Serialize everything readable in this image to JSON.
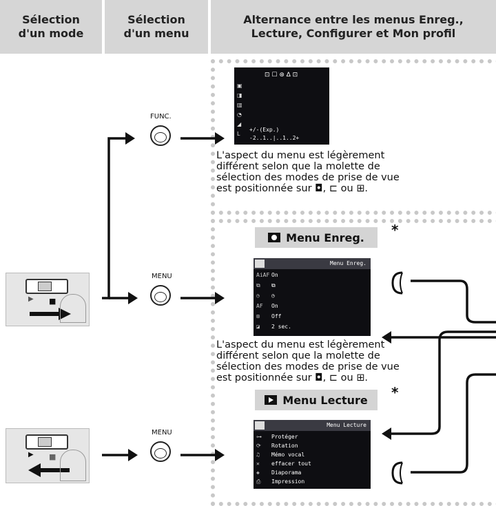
{
  "headers": {
    "col1": [
      "Sélection",
      "d'un mode"
    ],
    "col2": [
      "Sélection",
      "d'un menu"
    ],
    "col3": [
      "Alternance entre les menus Enreg.,",
      "Lecture, Configurer et Mon profil"
    ]
  },
  "labels": {
    "func": "FUNC.",
    "menu1": "MENU",
    "menu2": "MENU"
  },
  "func_screen": {
    "top_icons": "⊡ ☐  ⊛ ∆ ⊡",
    "exp_label": "+/-(Exp.)",
    "scale": "-2..1..|..1..2+"
  },
  "note_text": [
    "L'aspect du menu est légèrement",
    "différent selon que la molette de",
    "sélection des modes de prise de vue",
    "est positionnée sur ◘, ⊏ ou ⊞."
  ],
  "menu_enreg": {
    "title": "Menu Enreg.",
    "star": "*",
    "screen_title": "Menu Enreg.",
    "rows": [
      {
        "icon": "AiAF",
        "value": "On"
      },
      {
        "icon": "⧉",
        "value": "⧉"
      },
      {
        "icon": "◷",
        "value": "◷"
      },
      {
        "icon": "AF",
        "value": "On"
      },
      {
        "icon": "⊞",
        "value": "Off"
      },
      {
        "icon": "◪",
        "value": "2 sec."
      }
    ]
  },
  "menu_lecture": {
    "title": "Menu Lecture",
    "star": "*",
    "screen_title": "Menu Lecture",
    "rows": [
      {
        "icon": "⊶",
        "value": "Protéger"
      },
      {
        "icon": "⟳",
        "value": "Rotation"
      },
      {
        "icon": "♫",
        "value": "Mémo vocal"
      },
      {
        "icon": "✕",
        "value": "effacer tout"
      },
      {
        "icon": "◈",
        "value": "Diaporama"
      },
      {
        "icon": "⎙",
        "value": "Impression"
      }
    ]
  }
}
